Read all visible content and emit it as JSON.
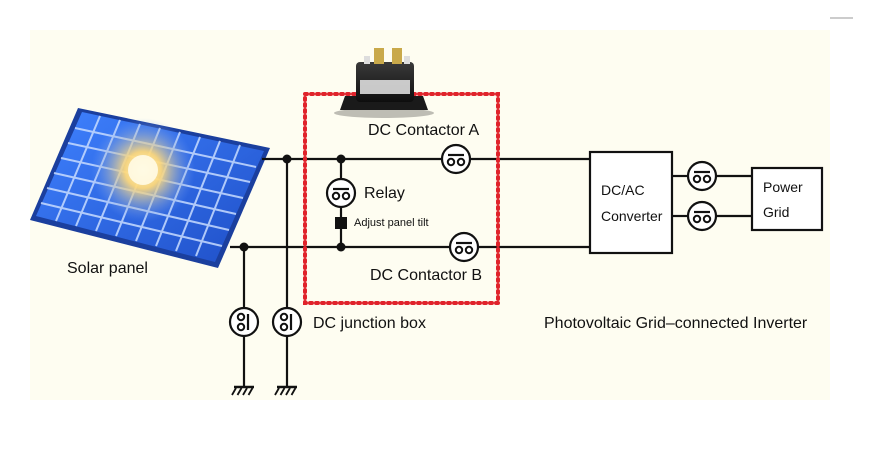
{
  "labels": {
    "solar_panel": "Solar panel",
    "relay": "Relay",
    "adjust_panel_tilt": "Adjust panel tilt",
    "dc_contactor_a": "DC Contactor A",
    "dc_contactor_b": "DC Contactor B",
    "dc_junction_box": "DC junction box",
    "dc_ac_converter_line1": "DC/AC",
    "dc_ac_converter_line2": "Converter",
    "power_grid_line1": "Power",
    "power_grid_line2": "Grid",
    "inverter": "Photovoltaic Grid–connected Inverter"
  },
  "colors": {
    "wire": "#111111",
    "junction_box_border": "#e0232b",
    "panel_blue": "#2f6fe0",
    "panel_sun": "#ffe9a8",
    "background_tint": "#fdfbe6"
  },
  "icons": {
    "contactor": "contactor-symbol-icon",
    "ground": "ground-symbol-icon",
    "device_photo": "dc-contactor-device-icon"
  }
}
